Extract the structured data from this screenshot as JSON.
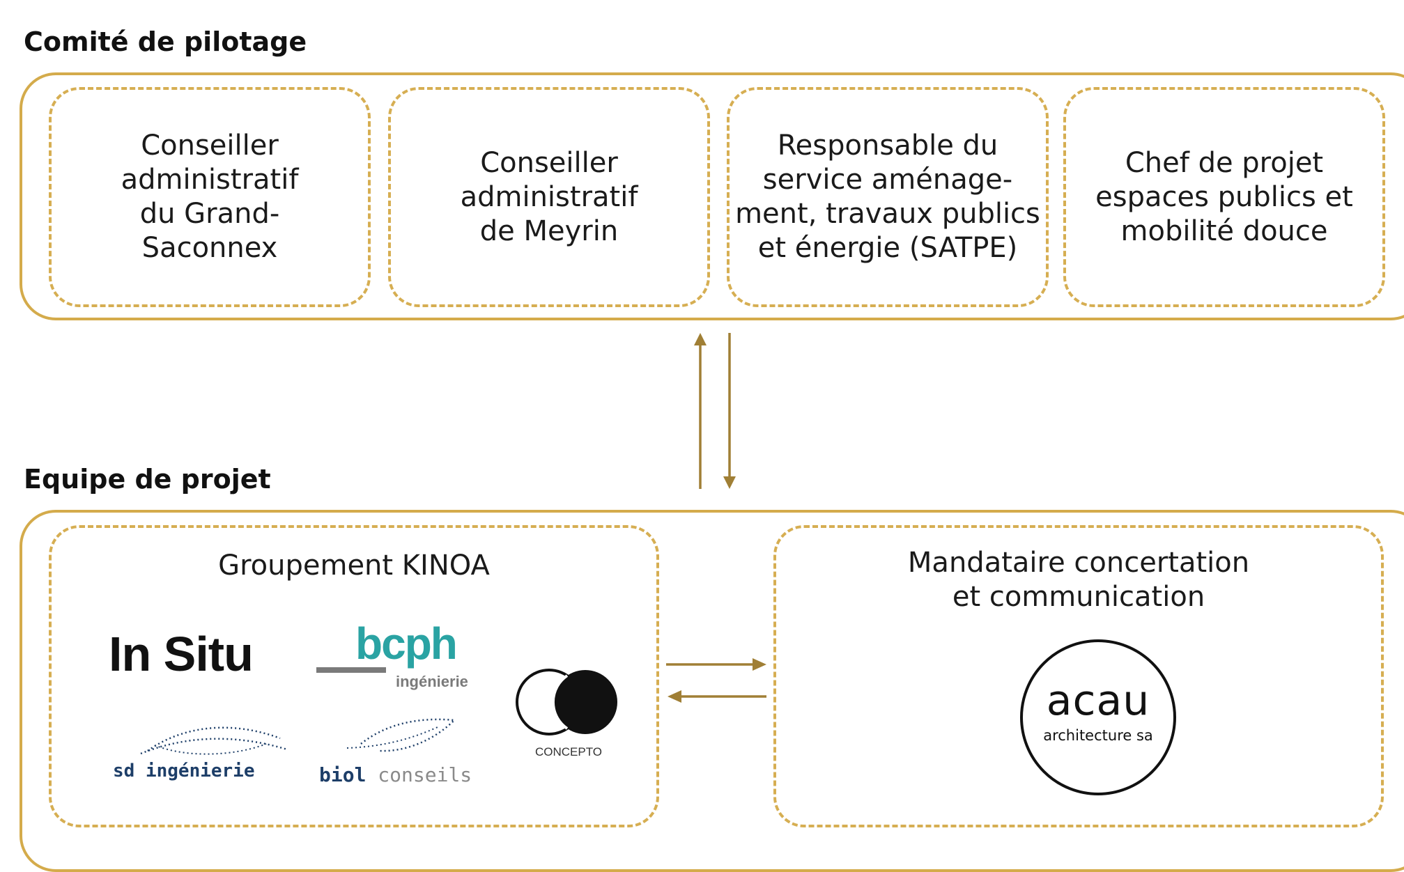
{
  "steering": {
    "title": "Comité de pilotage",
    "members": [
      "Conseiller\nadministratif\ndu Grand-\nSaconnex",
      "Conseiller\nadministratif\nde Meyrin",
      "Responsable du\nservice aménage-\nment, travaux publics\net énergie (SATPE)",
      "Chef de projet\nespaces publics et\nmobilité douce"
    ]
  },
  "team": {
    "title": "Equipe de projet",
    "kinoa": {
      "title": "Groupement KINOA",
      "logos": {
        "insitu": "In Situ",
        "bcph": "bcph",
        "bcph_sub": "ingénierie",
        "concepto": "CONCEPTO",
        "sd": "sd ingénierie",
        "biol_a": "biol",
        "biol_b": "conseils"
      }
    },
    "mandataire": {
      "title": "Mandataire concertation\net communication",
      "logo_main": "acau",
      "logo_sub": "architecture sa"
    }
  },
  "colors": {
    "frame": "#d4ab4b",
    "arrow": "#a07f35",
    "bcph": "#2aa3a3",
    "bcph_bar": "#7a7a7a",
    "sd": "#1d3e68"
  }
}
